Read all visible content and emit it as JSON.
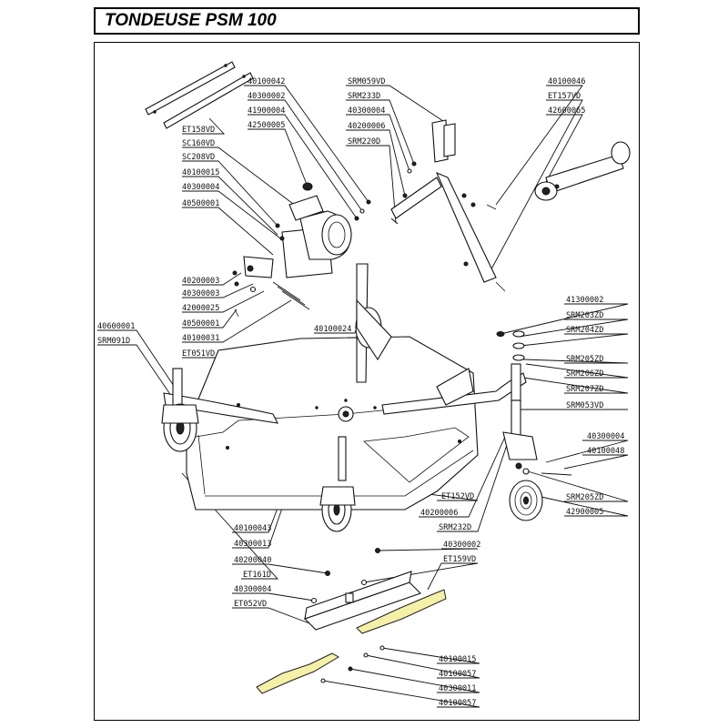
{
  "title": "TONDEUSE PSM 100",
  "labels": {
    "ET158VD": "ET158VD",
    "p40100042": "40100042",
    "p40300002a": "40300002",
    "p41900004": "41900004",
    "p42500005": "42500005",
    "SC160VD": "SC160VD",
    "SC208VD": "SC208VD",
    "p40100015a": "40100015",
    "p40300004a": "40300004",
    "p40500001a": "40500001",
    "SRM059VD": "SRM059VD",
    "SRM233D": "SRM233D",
    "p40300004b": "40300004",
    "p40200006a": "40200006",
    "SRM220D": "SRM220D",
    "p40100046": "40100046",
    "ET157VD": "ET157VD",
    "p42600065": "42600065",
    "p40200003": "40200003",
    "p40300003": "40300003",
    "p42000025": "42000025",
    "p40500001b": "40500001",
    "p40100031": "40100031",
    "p40100024": "40100024",
    "p40600001": "40600001",
    "SRM091D": "SRM091D",
    "ET051VD": "ET051VD",
    "p41300002": "41300002",
    "SRM203ZD": "SRM203ZD",
    "SRM204ZD": "SRM204ZD",
    "SRM205ZDa": "SRM205ZD",
    "SRM206ZD": "SRM206ZD",
    "SRM207ZD": "SRM207ZD",
    "SRM053VD": "SRM053VD",
    "p40300004c": "40300004",
    "p40100048": "40100048",
    "ET152VD": "ET152VD",
    "SRM205ZDb": "SRM205ZD",
    "p42900005": "42900005",
    "p40200006b": "40200006",
    "SRM232D": "SRM232D",
    "p40100043": "40100043",
    "p40300013": "40300013",
    "p40300002b": "40300002",
    "p40200040": "40200040",
    "ET159VD": "ET159VD",
    "ET161D": "ET161D",
    "p40300004d": "40300004",
    "ET052VD": "ET052VD",
    "p40100015b": "40100015",
    "p40100057a": "40100057",
    "p40300011": "40300011",
    "p40100057b": "40100057"
  },
  "colors": {
    "blade": "#f5f0a8",
    "ink": "#111111"
  }
}
